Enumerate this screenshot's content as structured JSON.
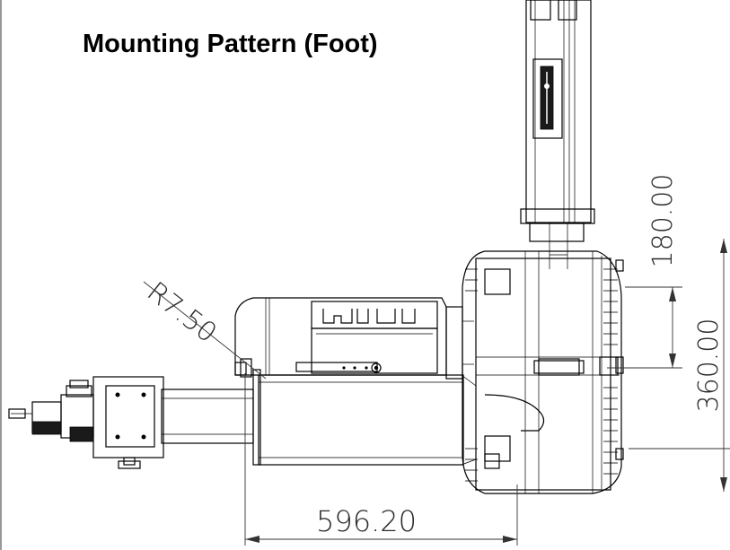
{
  "title": "Mounting Pattern (Foot)",
  "dimensions": {
    "radius": "R7.50",
    "motor_height": "180.00",
    "foot_spacing": "360.00",
    "overall_length": "596.20"
  }
}
